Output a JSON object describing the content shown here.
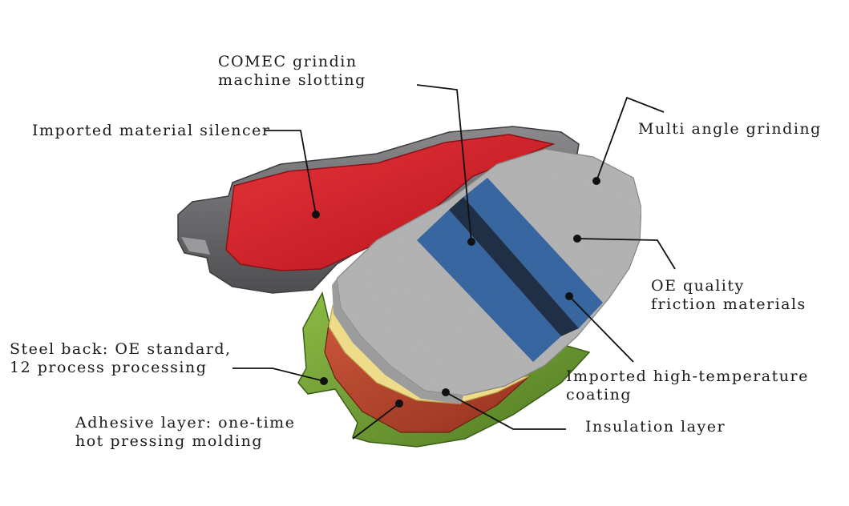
{
  "labels": {
    "comec_slotting": {
      "line1": "COMEC grindin",
      "line2": "machine slotting"
    },
    "silencer": {
      "text": "Imported material silencer"
    },
    "multi_angle": {
      "text": "Multi angle grinding"
    },
    "friction": {
      "line1": "OE quality",
      "line2": "friction materials"
    },
    "steel_back": {
      "line1": "Steel back: OE standard,",
      "line2": "12 process processing"
    },
    "coating": {
      "line1": "Imported high-temperature",
      "line2": "coating"
    },
    "adhesive": {
      "line1": "Adhesive layer: one-time",
      "line2": "hot pressing molding"
    },
    "insulation": {
      "text": "Insulation layer"
    }
  },
  "colors": {
    "background": "#ffffff",
    "silencer_red": "#d9202a",
    "friction_gray": "#b9b9b9",
    "slot_blue": "#3a6aa6",
    "steel_gray": "#6e6e70",
    "adhesive_red": "#b8442c",
    "insulation_yellow": "#eedc8a",
    "steel_back_green": "#6e9a32",
    "leader_line": "#111111"
  }
}
